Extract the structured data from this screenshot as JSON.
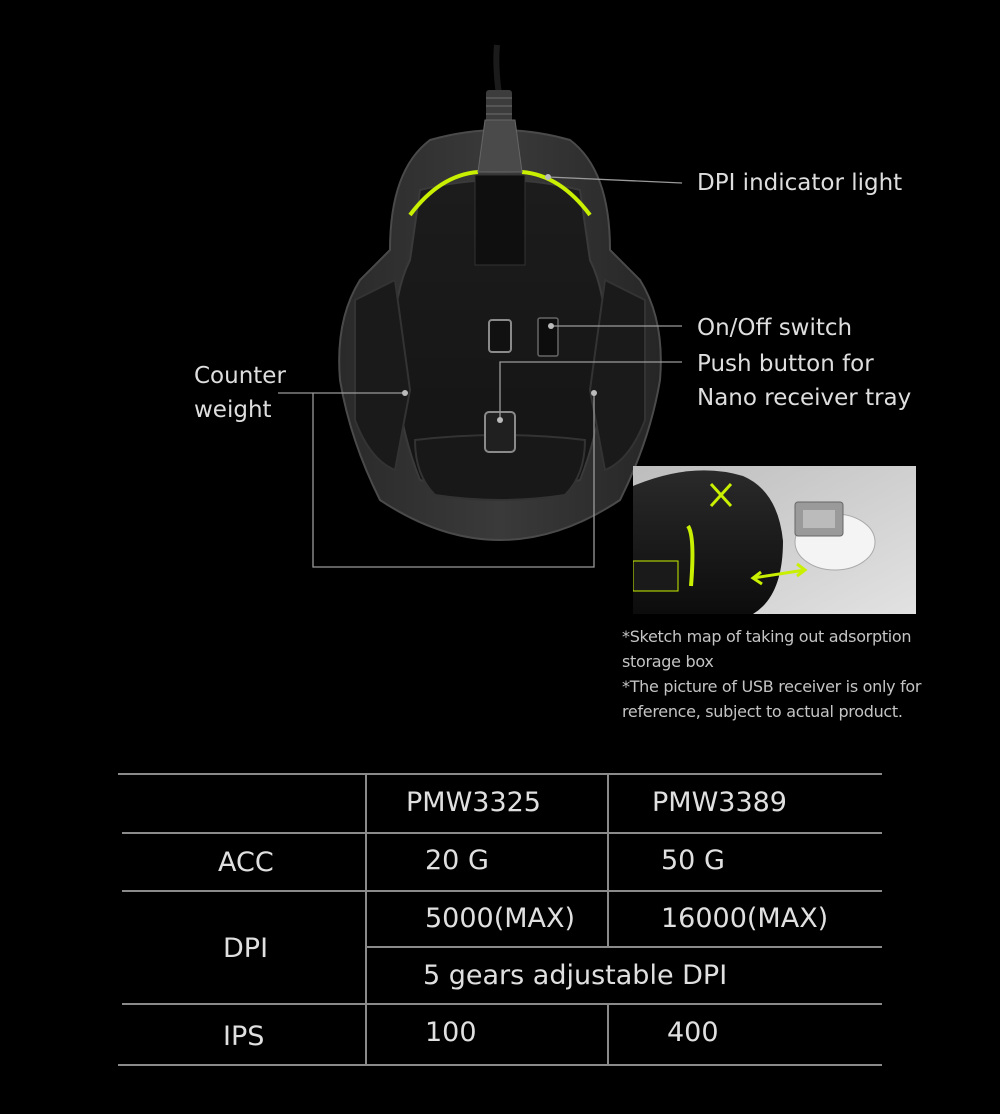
{
  "callouts": {
    "dpi_indicator": "DPI indicator light",
    "onoff_switch": "On/Off switch",
    "push_button": "Push button for\nNano receiver tray",
    "counter_weight": "Counter\nweight"
  },
  "notes": [
    "*Sketch map of taking out adsorption",
    "storage box",
    "*The picture of USB receiver is only for",
    "reference,   subject to actual product."
  ],
  "spec_table": {
    "header": [
      "",
      "PMW3325",
      "PMW3389"
    ],
    "rows": [
      {
        "label": "ACC",
        "pmw3325": "20 G",
        "pmw3389": "50 G"
      },
      {
        "label": "DPI",
        "pmw3325": "5000(MAX)",
        "pmw3389": "16000(MAX)",
        "shared": "5 gears adjustable DPI"
      },
      {
        "label": "IPS",
        "pmw3325": "100",
        "pmw3389": "400"
      }
    ]
  },
  "colors": {
    "background": "#000000",
    "accent_green": "#c8f000",
    "text": "#dedede",
    "line": "#9a9a9a"
  }
}
